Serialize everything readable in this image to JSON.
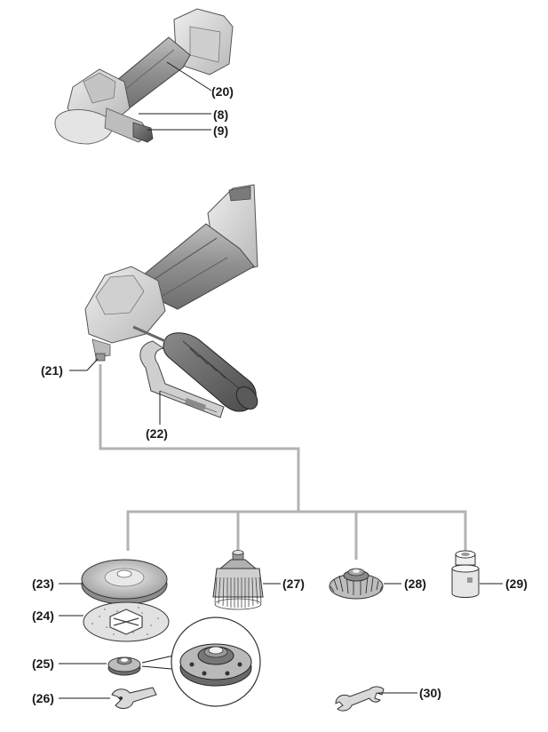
{
  "callouts": {
    "c20": "(20)",
    "c8": "(8)",
    "c9": "(9)",
    "c21": "(21)",
    "c22": "(22)",
    "c23": "(23)",
    "c24": "(24)",
    "c25": "(25)",
    "c26": "(26)",
    "c27": "(27)",
    "c28": "(28)",
    "c29": "(29)",
    "c30": "(30)"
  },
  "colors": {
    "line": "#1a1a1a",
    "connector": "#b3b3b3",
    "body_dark": "#8a8a8a",
    "body_mid": "#a9a9a9",
    "body_light": "#d6d6d6",
    "handle": "#6f6f6f"
  }
}
